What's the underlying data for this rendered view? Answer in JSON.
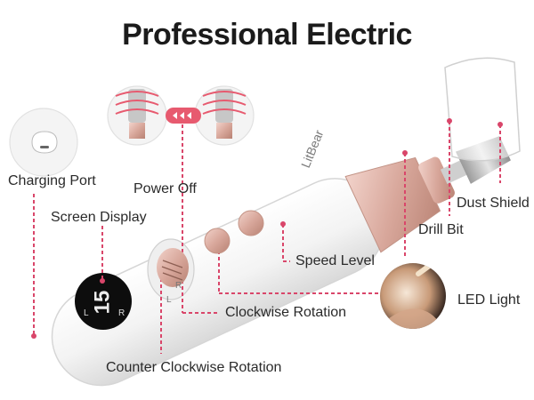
{
  "title": "Professional Electric",
  "brand": "LitBear",
  "screen": {
    "value": "15",
    "left_mark": "L",
    "right_mark": "R"
  },
  "switch_marks": {
    "left": "L",
    "right": "R"
  },
  "labels": {
    "charging_port": "Charging Port",
    "power_off": "Power Off",
    "screen_display": "Screen Display",
    "speed_level": "Speed Level",
    "clockwise": "Clockwise Rotation",
    "counter_clockwise": "Counter Clockwise Rotation",
    "dust_shield": "Dust Shield",
    "drill_bit": "Drill Bit",
    "led_light": "LED Light"
  },
  "colors": {
    "accent": "#d9466a",
    "rose_gold": "#d8a79b",
    "body": "#f7f7f7",
    "screen": "#0d0d0d",
    "screen_text": "#e6e6e6",
    "lightning": "#3da0ff"
  }
}
